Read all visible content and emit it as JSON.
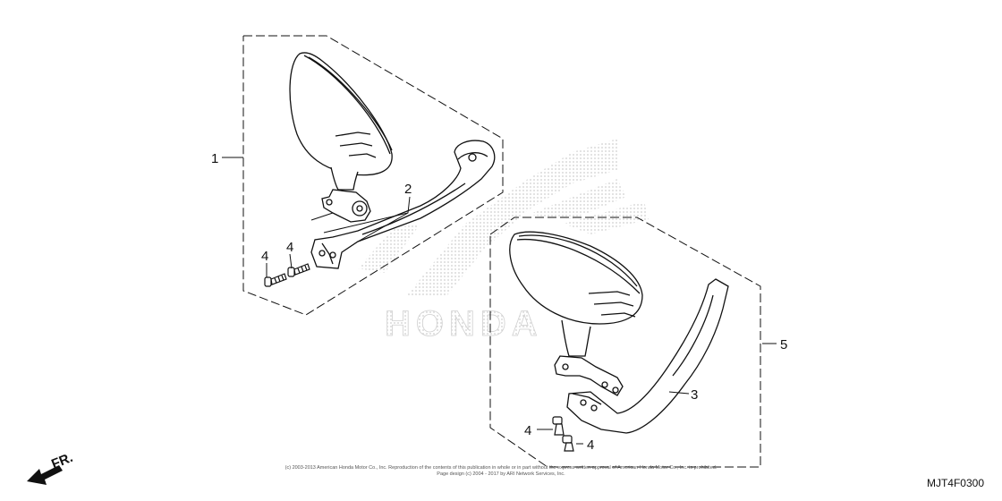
{
  "callouts": {
    "c1": "1",
    "c2": "2",
    "c3": "3",
    "c4a": "4",
    "c4b": "4",
    "c4c": "4",
    "c4d": "4",
    "c5": "5"
  },
  "watermark": {
    "text": "HONDA"
  },
  "direction": {
    "label": "FR."
  },
  "footer": {
    "copyright_line1": "(c) 2003-2013 American Honda Motor Co., Inc. Reproduction of the contents of this publication in whole or in part without the express written approval of American Honda Motor Co., Inc. is prohibited.",
    "copyright_line2": "Page design (c) 2004 - 2017 by ARI Network Services, Inc.",
    "diagram_code": "MJT4F0300"
  },
  "colors": {
    "line": "#111111",
    "watermark": "#d6d6d6"
  }
}
